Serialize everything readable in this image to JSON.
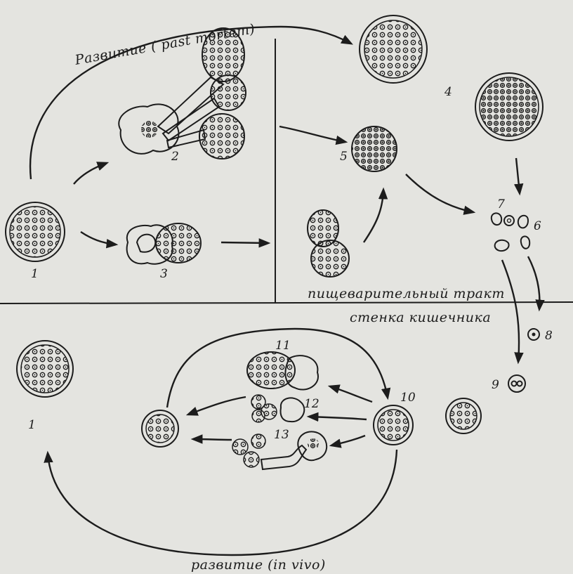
{
  "labels": {
    "top_curve": "Развитие ( past mortem)",
    "digestive": "пищеварительный тракт",
    "wall": "стенка кишечника",
    "bottom_curve": "развитие (in vivo)"
  },
  "stage_numbers": {
    "n1_top": "1",
    "n2": "2",
    "n3": "3",
    "n4": "4",
    "n5": "5",
    "n6": "6",
    "n7": "7",
    "n8": "8",
    "n9": "9",
    "n10": "10",
    "n11": "11",
    "n12": "12",
    "n13": "13",
    "n1_bottom": "1"
  },
  "colors": {
    "ink": "#1c1c1c",
    "paper": "#e4e4e0"
  }
}
